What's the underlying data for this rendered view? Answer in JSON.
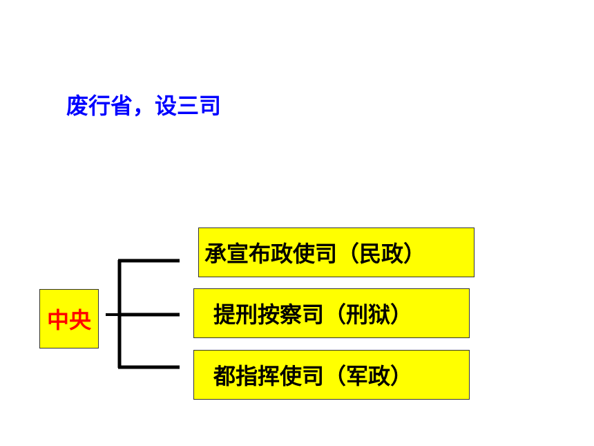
{
  "slide": {
    "title": "废行省，设三司"
  },
  "diagram": {
    "root": {
      "label": "中央"
    },
    "branches": [
      {
        "label": "承宣布政使司（民政）"
      },
      {
        "label": "提刑按察司（刑狱）"
      },
      {
        "label": "都指挥使司（军政）"
      }
    ]
  },
  "colors": {
    "title": "#0000ff",
    "root_text": "#ff0000",
    "box_fill": "#ffff00",
    "connector": "#000000"
  }
}
